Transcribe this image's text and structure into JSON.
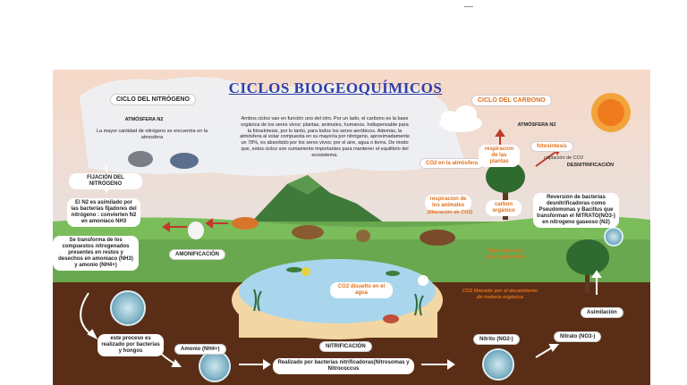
{
  "page_mark": "—",
  "poster": {
    "title": "CICLOS BIOGEOQUÍMICOS",
    "intro": "Ambos ciclos van en función uno del otro. Por un lado, el carbono es la base orgánica de los seres vivos: plantas, animales, humanos. Indispensable para la fotosíntesis, por lo tanto, para todos los seres aeróbicos. Además, la atmósfera al estar compuesta en su mayoría por nitrógeno, aproximadamente un 78%, es absorbido por los seres vivos: por el aire, agua o tierra. De modo que, estos ciclos son sumamente importantes para mantener el equilibrio del ecosistema.",
    "nitrogen": {
      "header": "CICLO DEL NITRÓGENO",
      "atmosphere": "ATMÓSFERA N2",
      "atmosphere_desc": "La mayor cantidad de nitrógeno se encuentra en la atmosfera",
      "fixation": "FIJACIÓN DEL NITRÓGENO",
      "assimilation_desc": "El N2 es asimilado por las bacterias fijadores del nitrógeno : convierten N2 en amoniaco NH3",
      "transform_desc": "Se transforma de los compuestos nitrogenados presentes en restos y desechos en amoniaco (NH3) y amonio (NH4+)",
      "ammonification": "AMONIFICACIÓN",
      "bacteria_process": "este proceso es realizado por bacterias y hongos",
      "ammonium": "Amonio (NH4+)",
      "nitrification": "NITRIFICACIÓN",
      "nitrification_desc": "Realizado por bacterias nitrificadoras(Nitrosomas y Nitrococcus",
      "nitrite": "Nitrito (NO2-)",
      "nitrate": "Nitrato (NO3-)",
      "assimilation": "Asimilación",
      "denitrification": "DESNITRIFICACIÓN",
      "denitrification_desc": "Reversión de bacterias desnitrificadoras como Pseudomonas y Bacillus que transforman el NITRATO(NO3-) en nitrogeno gaseoso (N2)"
    },
    "carbon": {
      "header": "CICLO DEL CARBONO",
      "atmosphere": "ATMÓSFERA N2",
      "photosynthesis": "fotosíntesis",
      "co2_uptake": "captación de CO2",
      "co2_atmosphere": "CO2 en la atmósfera",
      "plant_respiration": "respiracion de las plantas",
      "animal_respiration": "respiracion de los animales",
      "co2_release": "(liberación de CO2)",
      "organic_carbon": "carbon orgánico",
      "organisms": "Organismos en descomposición",
      "co2_water": "CO2 disuelto en el agua",
      "co2_decay": "CO2 liberado por el decaimiento de materia orgánica"
    }
  },
  "colors": {
    "sky_top": "#f6d9c8",
    "sky_bottom": "#dbe7f1",
    "ground": "#5a2e16",
    "grass": "#6aa84f",
    "title": "#2f3fa8",
    "carbon_text": "#e2701c",
    "arrow_red": "#c0392b"
  }
}
